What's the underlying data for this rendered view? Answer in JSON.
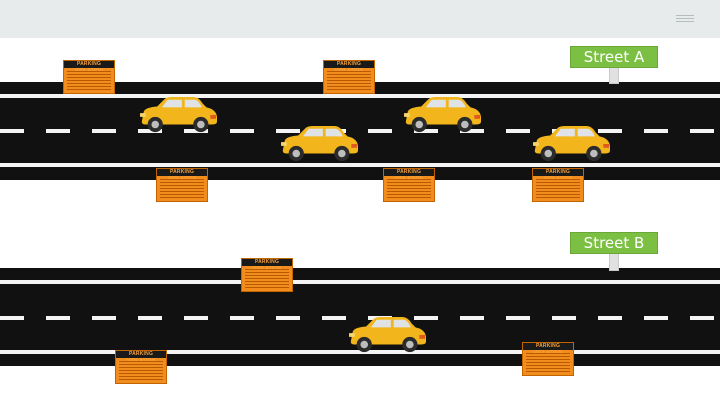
{
  "header": {
    "menu_icon": "hamburger-menu-icon"
  },
  "streets": [
    {
      "label": "Street A",
      "sign_color": "#7cc043"
    },
    {
      "label": "Street B",
      "sign_color": "#7cc043"
    }
  ],
  "violation_sign": {
    "title": "PARKING VIOLATION",
    "color": "#f28c1c"
  },
  "car": {
    "icon": "car-icon",
    "color": "#f2b51b"
  }
}
